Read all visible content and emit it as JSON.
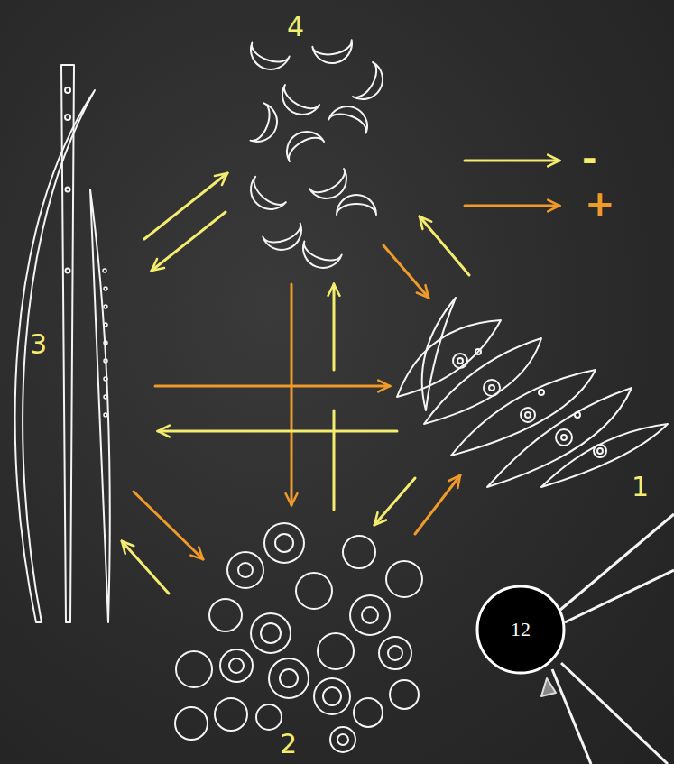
{
  "diagram": {
    "nodes": [
      {
        "text": [
          "4"
        ]
      },
      {
        "text": [
          "3"
        ]
      },
      {
        "text": [
          "1"
        ]
      },
      {
        "text": [
          "2"
        ]
      },
      {
        "text": [
          "12"
        ]
      }
    ],
    "edges": [
      {
        "from": 1,
        "to": 0,
        "arrow": "to"
      },
      {
        "from": 0,
        "to": 1,
        "arrow": "to"
      },
      {
        "from": 0,
        "to": 2,
        "arrow": "to"
      },
      {
        "from": 2,
        "to": 0,
        "arrow": "to"
      },
      {
        "from": 0,
        "to": 3,
        "arrow": "to"
      },
      {
        "from": 3,
        "to": 0,
        "arrow": "to"
      },
      {
        "from": 1,
        "to": 2,
        "arrow": "to"
      },
      {
        "from": 2,
        "to": 1,
        "arrow": "to"
      },
      {
        "from": 1,
        "to": 3,
        "arrow": "to"
      },
      {
        "from": 3,
        "to": 1,
        "arrow": "to"
      },
      {
        "from": 2,
        "to": 3,
        "arrow": "to"
      },
      {
        "from": 3,
        "to": 2,
        "arrow": "to"
      }
    ],
    "legend": [
      {
        "text": "-"
      },
      {
        "text": "+"
      }
    ]
  }
}
